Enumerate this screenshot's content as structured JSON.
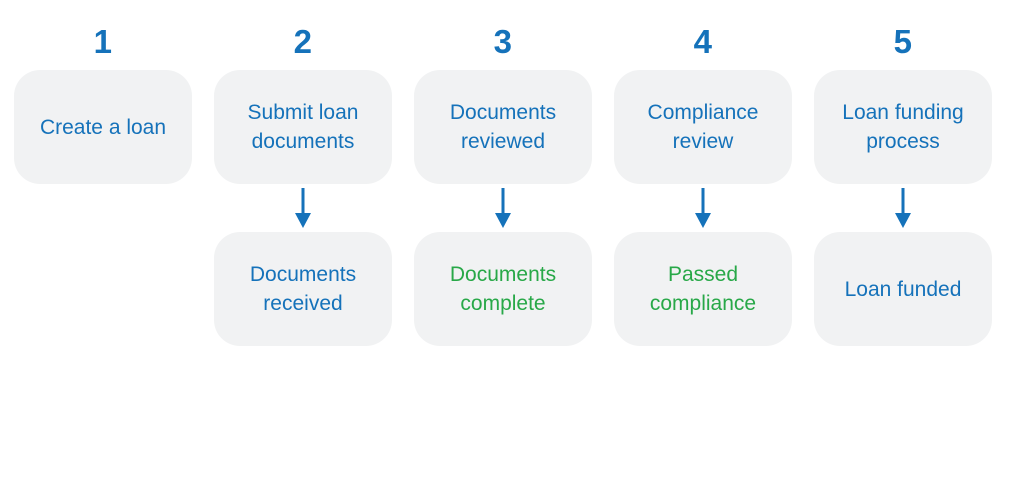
{
  "colors": {
    "blue": "#1572ba",
    "green": "#28a848",
    "box_bg": "#f1f2f3"
  },
  "steps": [
    {
      "number": "1",
      "top": {
        "label": "Create a loan",
        "color": "blue"
      }
    },
    {
      "number": "2",
      "top": {
        "label": "Submit loan documents",
        "color": "blue"
      },
      "arrow": "down",
      "bottom": {
        "label": "Documents received",
        "color": "blue"
      }
    },
    {
      "number": "3",
      "top": {
        "label": "Documents reviewed",
        "color": "blue"
      },
      "arrow": "down",
      "bottom": {
        "label": "Documents complete",
        "color": "green"
      }
    },
    {
      "number": "4",
      "top": {
        "label": "Compliance review",
        "color": "blue"
      },
      "arrow": "down",
      "bottom": {
        "label": "Passed compliance",
        "color": "green"
      }
    },
    {
      "number": "5",
      "top": {
        "label": "Loan funding process",
        "color": "blue"
      },
      "arrow": "down",
      "bottom": {
        "label": "Loan funded",
        "color": "blue"
      }
    }
  ]
}
